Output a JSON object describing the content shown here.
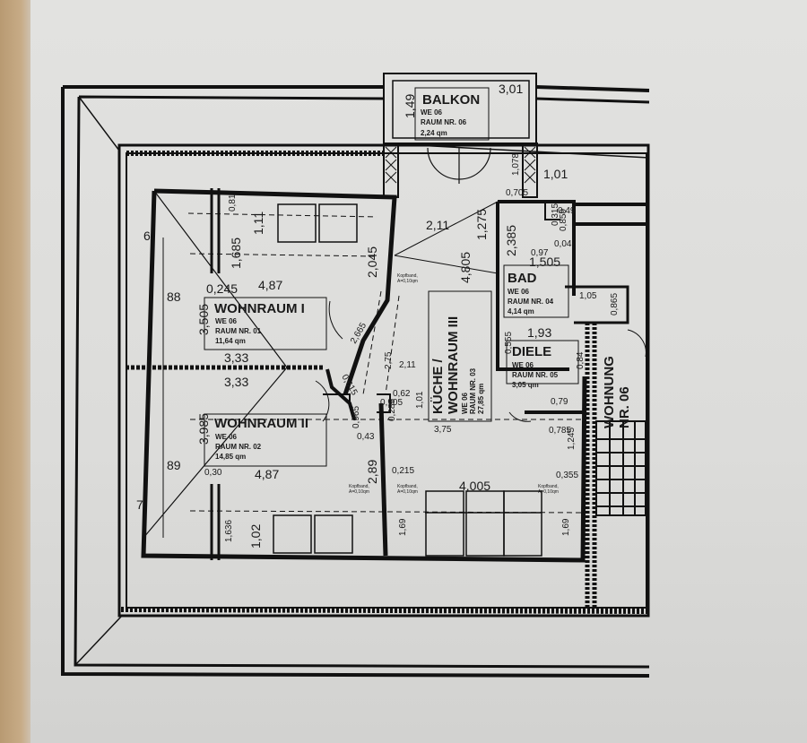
{
  "rooms": {
    "balkon": {
      "title": "BALKON",
      "we": "WE 06",
      "nr": "RAUM NR. 06",
      "area": "2,24 qm"
    },
    "wohn1": {
      "title": "WOHNRAUM I",
      "we": "WE 06",
      "nr": "RAUM NR. 01",
      "area": "11,64 qm"
    },
    "wohn2": {
      "title": "WOHNRAUM II",
      "we": "WE 06",
      "nr": "RAUM NR. 02",
      "area": "14,85 qm"
    },
    "kueche_l1": "KÜCHE /",
    "kueche_l2": "WOHNRAUM III",
    "kueche": {
      "we": "WE 06",
      "nr": "RAUM NR. 03",
      "area": "27,85 qm"
    },
    "bad": {
      "title": "BAD",
      "we": "WE 06",
      "nr": "RAUM NR. 04",
      "area": "4,14 qm"
    },
    "diele": {
      "title": "DIELE",
      "we": "WE 06",
      "nr": "RAUM NR. 05",
      "area": "3,05 qm"
    },
    "wohnung": "WOHNUNG",
    "wohnung_nr": "NR. 06"
  },
  "dimensions": {
    "d149": "1,49",
    "d301": "3,01",
    "d1078": "1,078",
    "d101": "1,01",
    "d0705": "0,705",
    "d211a": "2,11",
    "d1275": "1,275",
    "d4805": "4,805",
    "d2385": "2,385",
    "d097": "0,97",
    "d0315": "0,315",
    "d049": "0,49",
    "d0859": "0,859",
    "d004": "0,04",
    "d505": "1,505",
    "d105": "1,05",
    "d0865": "0,865",
    "d193": "1,93",
    "d0555": "0,555",
    "d084": "0,84",
    "d081": "0,81",
    "d111": "1,11",
    "d1685": "1,685",
    "d2045": "2,045",
    "d6": "6",
    "d0245": "0,245",
    "d487a": "4,87",
    "d88": "88",
    "d3505": "3,505",
    "d2665": "2,665",
    "d333a": "3,33",
    "d333b": "3,33",
    "d275": "2,75",
    "d211b": "2,11",
    "d101b": "1,01",
    "d0615": "0,615",
    "d062": "0,62",
    "d0905": "0,905",
    "d0965": "0,965",
    "d043": "0,43",
    "d0285": "0,285",
    "d375": "3,75",
    "d079": "0,79",
    "d0785": "0,785",
    "d1245": "1,245",
    "d3985": "3,985",
    "d89": "89",
    "d030": "0,30",
    "d487b": "4,87",
    "d289": "2,89",
    "d0215": "0,215",
    "d4005": "4,005",
    "d0355": "0,355",
    "d7": "7",
    "d1636": "1,636",
    "d102": "1,02",
    "d169a": "1,69",
    "d169b": "1,69"
  },
  "notes": {
    "kopfband": "Kopfband,",
    "abstand": "A=0,10qm"
  }
}
